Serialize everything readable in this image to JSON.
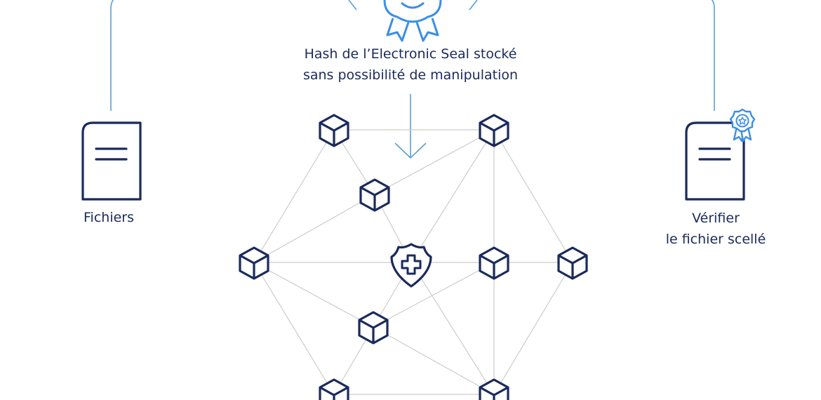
{
  "labels": {
    "top": {
      "line1": "Hash de l’Electronic Seal stocké",
      "line2": "sans possibilité de manipulation"
    },
    "left": {
      "line1": "Fichiers"
    },
    "right": {
      "line1": "Vérifier",
      "line2": "le fichier scellé"
    }
  },
  "icons": {
    "award": "award-ribbon-icon",
    "left_document": "document-icon",
    "right_document": "sealed-document-icon",
    "cube": "blockchain-cube-icon",
    "shield": "shield-plus-icon",
    "arrow": "arrow-down-icon"
  },
  "colors": {
    "navy": "#1a2a5c",
    "accent_blue": "#3a8ee6",
    "connector_blue": "#5a9fd9",
    "network_line": "#cccccc"
  }
}
